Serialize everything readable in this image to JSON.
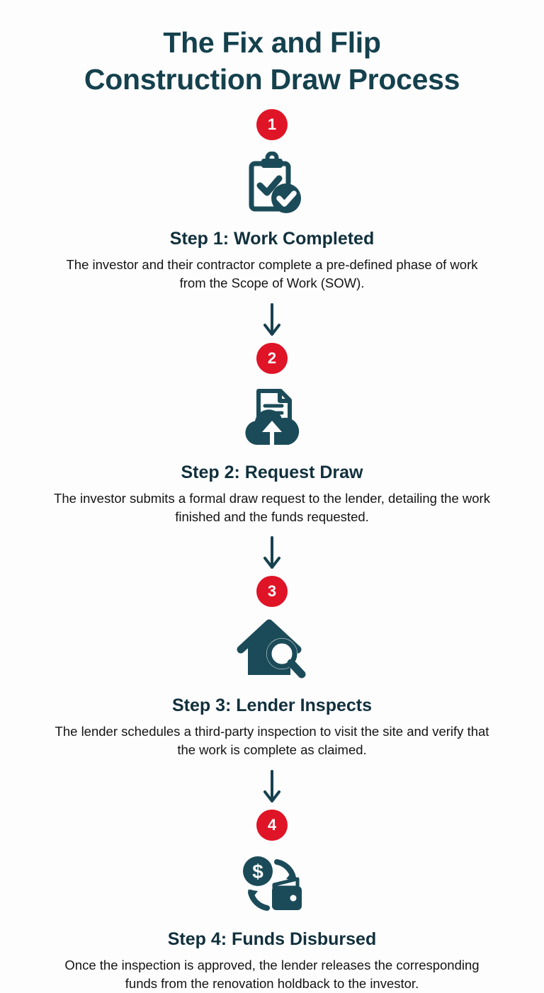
{
  "title": {
    "line1": "The Fix and Flip",
    "line2": "Construction Draw Process"
  },
  "colors": {
    "background": "#fdfdfe",
    "title_teal": "#14414d",
    "step_heading": "#11303c",
    "badge_red": "#e01427",
    "icon_teal": "#1b4b58",
    "arrow_teal": "#17414f",
    "body_text": "#141414"
  },
  "steps": [
    {
      "number": "1",
      "icon": "clipboard-check-icon",
      "title": "Step 1: Work Completed",
      "description": "The investor and their contractor complete a pre-defined phase of work from the Scope of Work (SOW)."
    },
    {
      "number": "2",
      "icon": "document-cloud-upload-icon",
      "title": "Step 2: Request Draw",
      "description": "The investor submits a formal draw request to the lender, detailing the work finished and the funds requested."
    },
    {
      "number": "3",
      "icon": "house-magnifier-icon",
      "title": "Step 3: Lender Inspects",
      "description": "The lender schedules a third-party inspection to visit the site and verify that the work is complete as claimed."
    },
    {
      "number": "4",
      "icon": "money-wallet-transfer-icon",
      "title": "Step 4: Funds Disbursed",
      "description": "Once the inspection is approved, the lender releases the corresponding funds from the renovation holdback to the investor."
    }
  ]
}
